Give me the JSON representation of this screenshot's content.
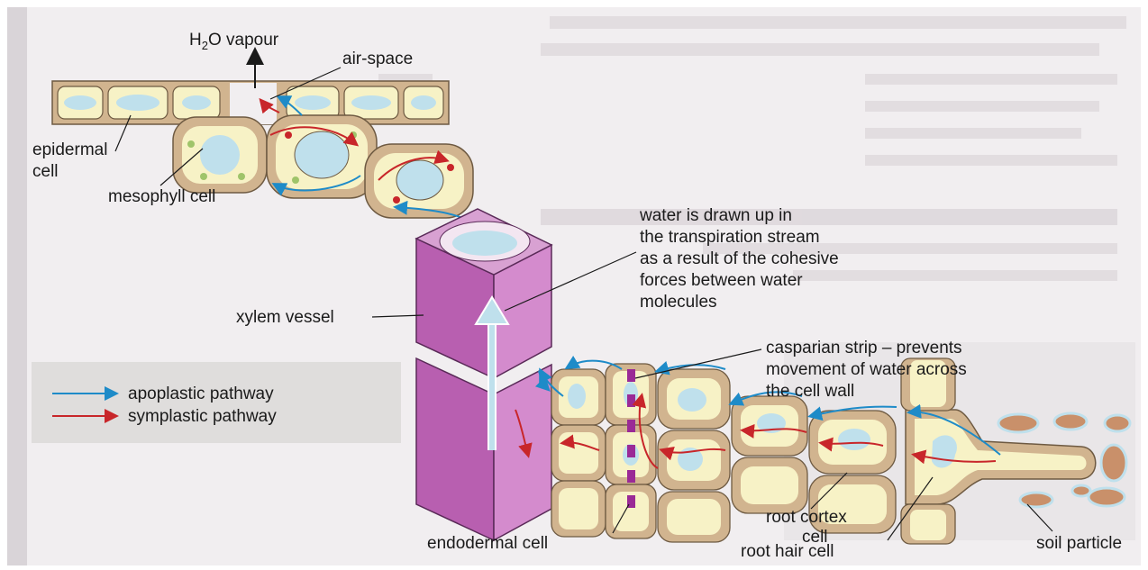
{
  "labels": {
    "h2o_vapour_prefix": "H",
    "h2o_vapour_sub": "2",
    "h2o_vapour_suffix": "O vapour",
    "air_space": "air-space",
    "epidermal_cell_line1": "epidermal",
    "epidermal_cell_line2": "cell",
    "mesophyll_cell": "mesophyll cell",
    "water_drawn_line1": "water is drawn up in",
    "water_drawn_line2": "the transpiration stream",
    "water_drawn_line3": "as a result of the cohesive",
    "water_drawn_line4": "forces between water",
    "water_drawn_line5": "molecules",
    "xylem_vessel": "xylem vessel",
    "casparian_line1": "casparian strip – prevents",
    "casparian_line2": "movement of water across",
    "casparian_line3": "the cell wall",
    "root_cortex_line1": "root cortex",
    "root_cortex_line2": "cell",
    "endodermal_cell": "endodermal cell",
    "root_hair_cell": "root hair cell",
    "soil_particle": "soil particle"
  },
  "legend": {
    "apoplastic": "apoplastic pathway",
    "symplastic": "symplastic pathway"
  },
  "colors": {
    "apoplastic": "#1e8bc8",
    "symplastic": "#c8262a",
    "xylem": "#b85fb0",
    "cell_wall": "#cbb08c",
    "cytoplasm": "#f7f2c6",
    "vacuole": "#bfe0ec",
    "soil": "#c9906a"
  }
}
